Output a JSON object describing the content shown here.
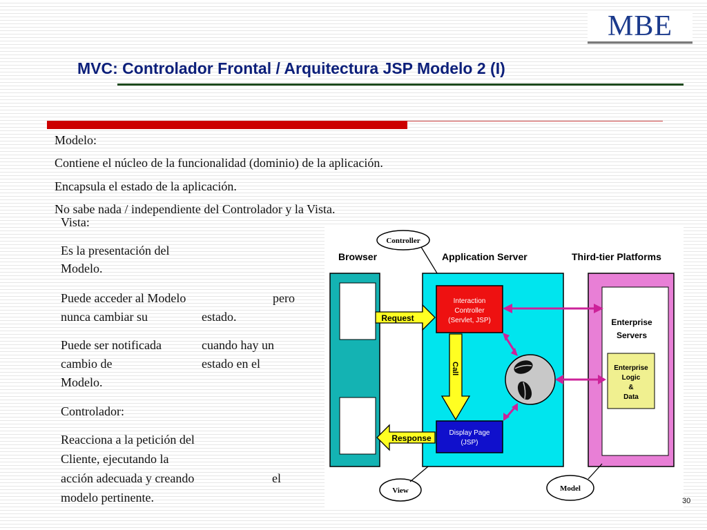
{
  "logo": {
    "text": "MBE"
  },
  "title": "MVC: Controlador Frontal / Arquitectura JSP Modelo 2 (I)",
  "modelo": {
    "heading": "Modelo:",
    "lines": [
      "Contiene el núcleo de la funcionalidad (dominio) de la aplicación.",
      "Encapsula el estado de la aplicación.",
      "No sabe nada / independiente del Controlador y la Vista."
    ]
  },
  "vista": {
    "heading": "Vista:",
    "p1": [
      "Es la presentación del",
      "Modelo."
    ],
    "p2": [
      {
        "a": "Puede acceder al Modelo",
        "b": "pero"
      },
      {
        "a": "nunca cambiar su",
        "b": "estado."
      }
    ],
    "p3": [
      {
        "a": "Puede ser notificada",
        "b": "cuando hay un"
      },
      {
        "a": "cambio de",
        "b": "estado en el"
      },
      {
        "a": "Modelo.",
        "b": ""
      }
    ]
  },
  "controlador": {
    "heading": "Controlador:",
    "lines": [
      {
        "a": "Reacciona a la petición del",
        "b": ""
      },
      {
        "a": "Cliente, ejecutando la",
        "b": ""
      },
      {
        "a": "acción adecuada y creando",
        "b": "el"
      },
      {
        "a": "modelo pertinente.",
        "b": ""
      }
    ]
  },
  "diagram": {
    "columns": {
      "browser": "Browser",
      "app_server": "Application Server",
      "third_tier": "Third-tier Platforms"
    },
    "callouts": {
      "controller": "Controller",
      "view": "View",
      "model": "Model"
    },
    "boxes": {
      "interaction_controller": [
        "Interaction",
        "Controller",
        "(Servlet, JSP)"
      ],
      "display_page": [
        "Display Page",
        "(JSP)"
      ],
      "enterprise_servers": [
        "Enterprise",
        "Servers"
      ],
      "enterprise_logic": [
        "Enterprise",
        "Logic",
        "&",
        "Data"
      ]
    },
    "arrows": {
      "request": "Request",
      "response": "Response",
      "call": "Call"
    },
    "colors": {
      "app_server_bg": "#00e5ee",
      "browser_bg": "#14b3b3",
      "third_tier_bg": "#e87fd6",
      "controller_box": "#ee1111",
      "display_box": "#1010cc",
      "arrow_yellow": "#ffff22",
      "arrow_magenta": "#cc2299",
      "logic_box": "#f0f090"
    }
  },
  "page_number": "30"
}
